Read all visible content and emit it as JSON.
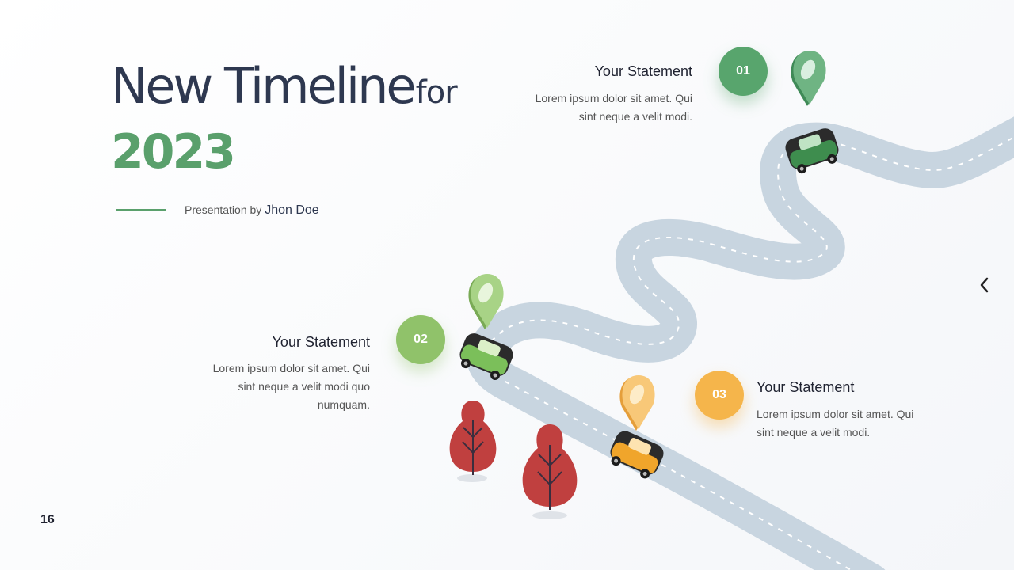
{
  "slide": {
    "title_main": "New Timeline",
    "title_sub": "for",
    "year": "2023",
    "byline_prefix": "Presentation by",
    "byline_name": "Jhon Doe",
    "page_number": "16"
  },
  "milestones": [
    {
      "number": "01",
      "title": "Your Statement",
      "body": "Lorem ipsum dolor sit amet. Qui sint neque a velit modi.",
      "color": "#58a56d"
    },
    {
      "number": "02",
      "title": "Your Statement",
      "body": "Lorem ipsum dolor sit amet. Qui sint neque a velit modi quo numquam.",
      "color": "#90c26a"
    },
    {
      "number": "03",
      "title": "Your Statement",
      "body": "Lorem ipsum dolor sit amet. Qui sint neque a velit modi.",
      "color": "#f5b54b"
    }
  ],
  "icons": {
    "nav": "chevron-left-icon",
    "markers": "map-pin-icon",
    "cars": "car-icon",
    "trees": "tree-icon"
  },
  "colors": {
    "title": "#2e3850",
    "accent_green": "#5aa06c",
    "road": "#c8d5e0",
    "tree": "#c0403f"
  }
}
